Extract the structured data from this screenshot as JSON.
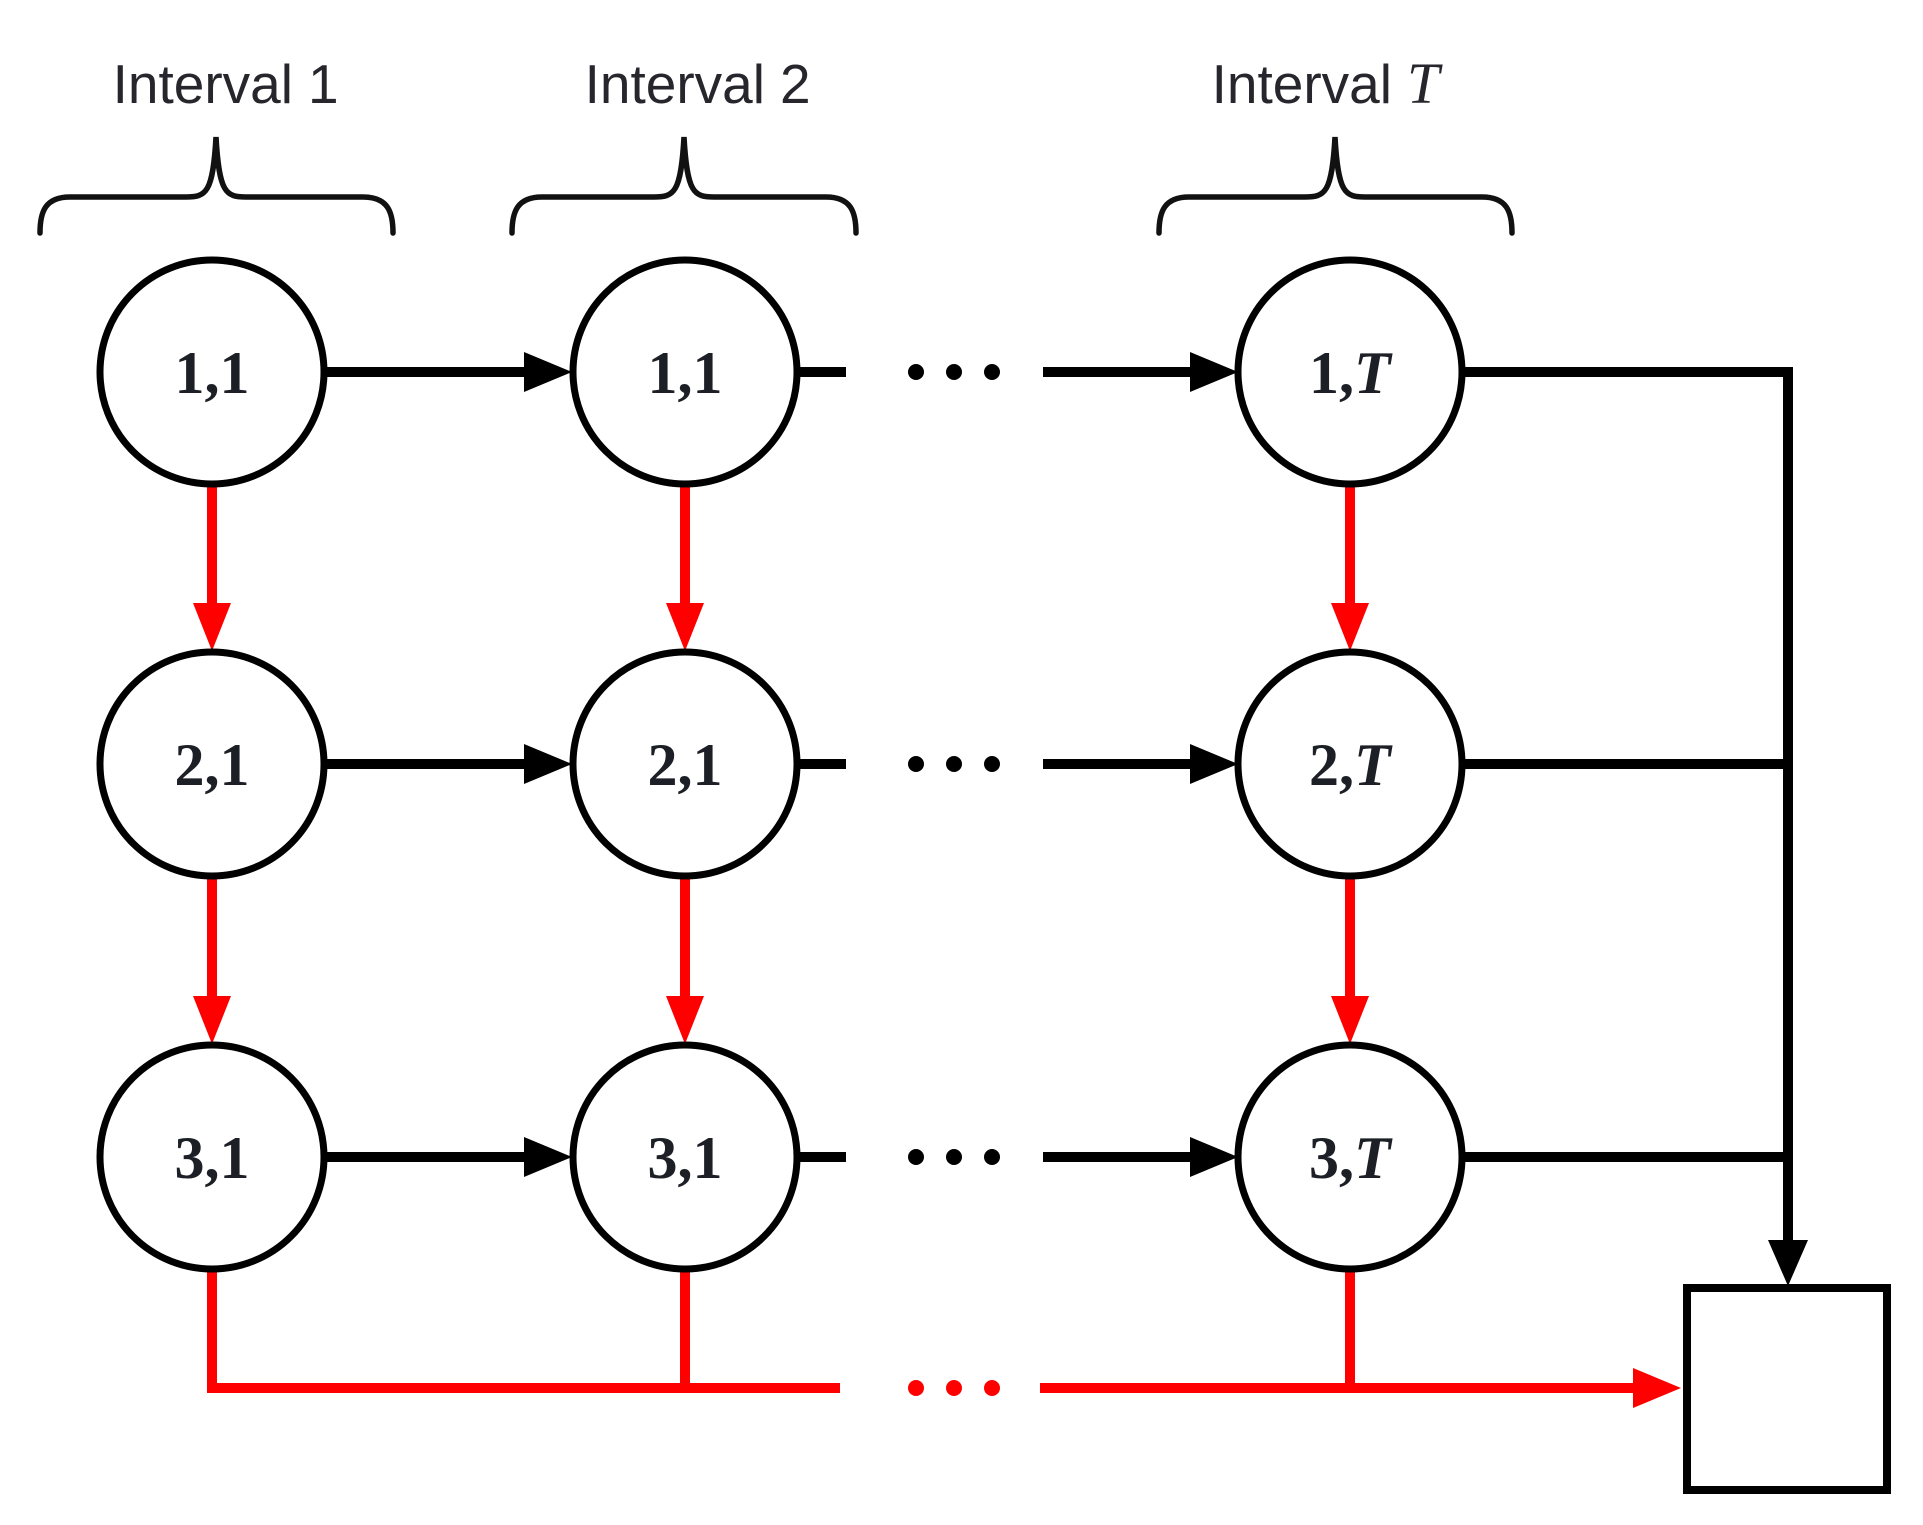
{
  "figure": {
    "background": "#ffffff",
    "colors": {
      "edge_black": "#000000",
      "edge_red": "#ff0000",
      "node_fill": "#ffffff",
      "text": "#1c2026"
    },
    "intervals": [
      {
        "word": "Interval",
        "index": "1"
      },
      {
        "word": "Interval",
        "index": "2"
      },
      {
        "word": "Interval",
        "index": "T"
      }
    ],
    "ellipsis": "...",
    "nodes": {
      "r1c1": {
        "label": "1,1"
      },
      "r1c2": {
        "label": "1,1"
      },
      "r1c3": {
        "prefix": "1,",
        "symbol": "T"
      },
      "r2c1": {
        "label": "2,1"
      },
      "r2c2": {
        "label": "2,1"
      },
      "r2c3": {
        "prefix": "2,",
        "symbol": "T"
      },
      "r3c1": {
        "label": "3,1"
      },
      "r3c2": {
        "label": "3,1"
      },
      "r3c3": {
        "prefix": "3,",
        "symbol": "T"
      }
    }
  }
}
